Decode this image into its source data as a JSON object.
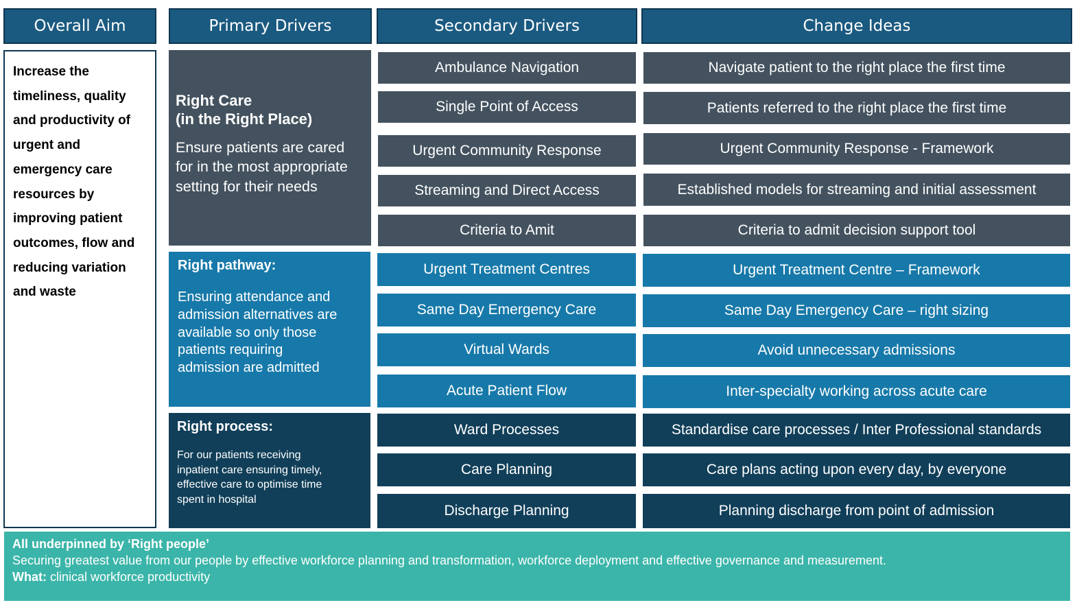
{
  "headers": {
    "overall_aim": "Overall Aim",
    "primary_drivers": "Primary Drivers",
    "secondary_drivers": "Secondary Drivers",
    "change_ideas": "Change Ideas"
  },
  "aim_text": "Increase the timeliness, quality and productivity of urgent and emergency care resources by improving patient outcomes, flow and reducing variation and waste",
  "primary_drivers": [
    {
      "title": "Right Care\n(in the Right Place)",
      "description": "Ensure patients are cared\nfor in the most appropriate\nsetting for their needs",
      "color": "#44525f"
    },
    {
      "title": "Right pathway:",
      "description": "Ensuring attendance and\nadmission alternatives are\navailable so only those\npatients requiring\nadmission are admitted",
      "color": "#1779a9"
    },
    {
      "title": "Right process:",
      "description": "For our patients receiving\ninpatient care ensuring timely,\neffective care to optimise time\nspent in hospital",
      "color": "#113f59"
    }
  ],
  "secondary_drivers": [
    "Ambulance Navigation",
    "Single Point of Access",
    "Urgent Community Response",
    "Streaming and Direct Access",
    "Criteria to Amit",
    "Urgent Treatment Centres",
    "Same Day Emergency Care",
    "Virtual Wards",
    "Acute Patient Flow",
    "Ward Processes",
    "Care Planning",
    "Discharge Planning"
  ],
  "change_ideas": [
    "Navigate patient to the right place the first time",
    "Patients referred to the right place the first time",
    "Urgent Community Response - Framework",
    "Established models for streaming and initial assessment",
    "Criteria to admit decision support tool",
    "Urgent Treatment Centre – Framework",
    "Same Day Emergency Care – right sizing",
    "Avoid unnecessary admissions",
    "Inter-specialty working across acute care",
    "Standardise care processes / Inter Professional standards",
    "Care plans acting upon every day, by everyone",
    "Planning discharge from point of admission"
  ],
  "footer": {
    "title": "All underpinned by ‘Right people’",
    "body": "Securing greatest value from our people by effective workforce planning and transformation, workforce deployment and effective governance and measurement.",
    "what_label": "What:",
    "what_text": "clinical workforce productivity"
  },
  "colors": {
    "header": "#1b5a80",
    "group_care": "#44525f",
    "group_pathway": "#1779a9",
    "group_process": "#113f59",
    "footer": "#3bb5a9"
  }
}
